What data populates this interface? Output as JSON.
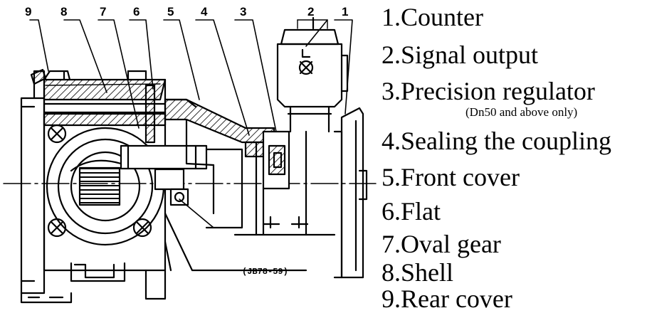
{
  "callouts": [
    "9",
    "8",
    "7",
    "6",
    "5",
    "4",
    "3",
    "2",
    "1"
  ],
  "drawing_code": "(JB78-59)",
  "legend": {
    "items": [
      "1.Counter",
      "2.Signal output",
      "3.Precision regulator",
      "4.Sealing the coupling",
      "5.Front cover",
      "6.Flat",
      "7.Oval gear",
      "8.Shell",
      "9.Rear cover"
    ],
    "note": "(Dn50 and above only)"
  },
  "colors": {
    "ink": "#000000",
    "paper": "#ffffff"
  }
}
